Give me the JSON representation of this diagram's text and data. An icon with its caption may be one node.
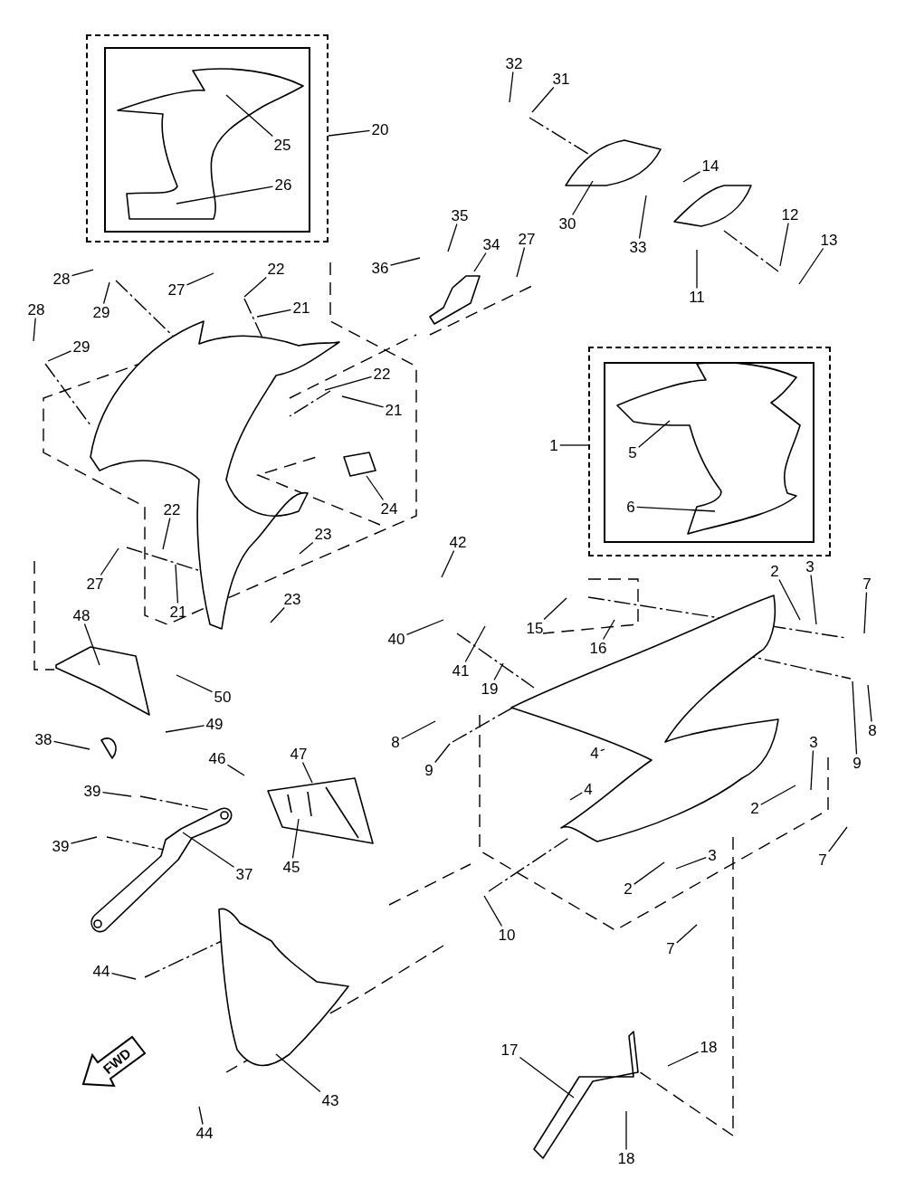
{
  "diagram": {
    "nodes": [
      {
        "text": [],
        "shape": "box"
      },
      {
        "text": [],
        "shape": "box",
        "in": 0
      },
      {
        "text": [
          "25"
        ],
        "in": 1
      },
      {
        "text": [
          "26"
        ],
        "in": 1
      },
      {
        "text": [
          "20"
        ]
      },
      {
        "text": [
          "32"
        ]
      },
      {
        "text": [
          "31"
        ]
      },
      {
        "text": [
          "30"
        ]
      },
      {
        "text": [
          "33"
        ]
      },
      {
        "text": [
          "14"
        ]
      },
      {
        "text": [
          "12"
        ]
      },
      {
        "text": [
          "13"
        ]
      },
      {
        "text": [
          "11"
        ]
      },
      {
        "text": [
          "35"
        ]
      },
      {
        "text": [
          "34"
        ]
      },
      {
        "text": [
          "36"
        ]
      },
      {
        "text": [
          "27"
        ]
      },
      {
        "text": [
          "28"
        ]
      },
      {
        "text": [
          "29"
        ]
      },
      {
        "text": [
          "27"
        ]
      },
      {
        "text": [
          "22"
        ]
      },
      {
        "text": [
          "21"
        ]
      },
      {
        "text": [
          "28"
        ]
      },
      {
        "text": [
          "29"
        ]
      },
      {
        "text": [],
        "shape": "box"
      },
      {
        "text": [],
        "shape": "box",
        "in": 24
      },
      {
        "text": [
          "5"
        ],
        "in": 25
      },
      {
        "text": [
          "6"
        ],
        "in": 25
      },
      {
        "text": [
          "1"
        ]
      },
      {
        "text": [
          "22"
        ]
      },
      {
        "text": [
          "21"
        ]
      },
      {
        "text": [
          "24"
        ]
      },
      {
        "text": [
          "22"
        ]
      },
      {
        "text": [
          "23"
        ]
      },
      {
        "text": [
          "42"
        ]
      },
      {
        "text": [
          "27"
        ]
      },
      {
        "text": [
          "2"
        ]
      },
      {
        "text": [
          "3"
        ]
      },
      {
        "text": [
          "7"
        ]
      },
      {
        "text": [
          "21"
        ]
      },
      {
        "text": [
          "23"
        ]
      },
      {
        "text": [
          "48"
        ]
      },
      {
        "text": [
          "15"
        ]
      },
      {
        "text": [
          "40"
        ]
      },
      {
        "text": [
          "16"
        ]
      },
      {
        "text": [
          "41"
        ]
      },
      {
        "text": [
          "19"
        ]
      },
      {
        "text": [
          "50"
        ]
      },
      {
        "text": [
          "49"
        ]
      },
      {
        "text": [
          "8"
        ]
      },
      {
        "text": [
          "38"
        ]
      },
      {
        "text": [
          "8"
        ]
      },
      {
        "text": [
          "4"
        ]
      },
      {
        "text": [
          "3"
        ]
      },
      {
        "text": [
          "47"
        ]
      },
      {
        "text": [
          "46"
        ]
      },
      {
        "text": [
          "9"
        ]
      },
      {
        "text": [
          "9"
        ]
      },
      {
        "text": [
          "4"
        ]
      },
      {
        "text": [
          "39"
        ]
      },
      {
        "text": [
          "2"
        ]
      },
      {
        "text": [
          "39"
        ]
      },
      {
        "text": [
          "3"
        ]
      },
      {
        "text": [
          "7"
        ]
      },
      {
        "text": [
          "45"
        ]
      },
      {
        "text": [
          "37"
        ]
      },
      {
        "text": [
          "2"
        ]
      },
      {
        "text": [
          "10"
        ]
      },
      {
        "text": [
          "7"
        ]
      },
      {
        "text": [
          "44"
        ]
      },
      {
        "text": [
          "17"
        ]
      },
      {
        "text": [
          "18"
        ]
      },
      {
        "text": [
          "43"
        ]
      },
      {
        "text": [
          "44"
        ]
      },
      {
        "text": [
          "18"
        ]
      }
    ],
    "edges": [
      {
        "from": 2,
        "to": null,
        "arrow": "none"
      },
      {
        "from": 3,
        "to": null,
        "arrow": "none"
      },
      {
        "from": 4,
        "to": 0,
        "arrow": "none"
      },
      {
        "from": 5,
        "to": null,
        "arrow": "none"
      },
      {
        "from": 6,
        "to": null,
        "arrow": "none"
      },
      {
        "from": 7,
        "to": null,
        "arrow": "none"
      },
      {
        "from": 8,
        "to": null,
        "arrow": "none"
      },
      {
        "from": 9,
        "to": null,
        "arrow": "none"
      },
      {
        "from": 10,
        "to": null,
        "arrow": "none"
      },
      {
        "from": 11,
        "to": null,
        "arrow": "none"
      },
      {
        "from": 12,
        "to": null,
        "arrow": "none"
      },
      {
        "from": 13,
        "to": null,
        "arrow": "none"
      },
      {
        "from": 14,
        "to": null,
        "arrow": "none"
      },
      {
        "from": 15,
        "to": null,
        "arrow": "none"
      },
      {
        "from": 16,
        "to": null,
        "arrow": "none"
      },
      {
        "from": 17,
        "to": null,
        "arrow": "none"
      },
      {
        "from": 18,
        "to": null,
        "arrow": "none"
      },
      {
        "from": 19,
        "to": null,
        "arrow": "none"
      },
      {
        "from": 20,
        "to": null,
        "arrow": "none"
      },
      {
        "from": 21,
        "to": null,
        "arrow": "none"
      },
      {
        "from": 22,
        "to": null,
        "arrow": "none"
      },
      {
        "from": 23,
        "to": null,
        "arrow": "none"
      },
      {
        "from": 26,
        "to": null,
        "arrow": "none"
      },
      {
        "from": 27,
        "to": null,
        "arrow": "none"
      },
      {
        "from": 28,
        "to": 24,
        "arrow": "none"
      },
      {
        "from": 29,
        "to": null,
        "arrow": "none"
      },
      {
        "from": 30,
        "to": null,
        "arrow": "none"
      },
      {
        "from": 31,
        "to": null,
        "arrow": "none"
      },
      {
        "from": 32,
        "to": null,
        "arrow": "none"
      },
      {
        "from": 33,
        "to": null,
        "arrow": "none"
      },
      {
        "from": 34,
        "to": null,
        "arrow": "none"
      },
      {
        "from": 35,
        "to": null,
        "arrow": "none"
      },
      {
        "from": 36,
        "to": null,
        "arrow": "none"
      },
      {
        "from": 37,
        "to": null,
        "arrow": "none"
      },
      {
        "from": 38,
        "to": null,
        "arrow": "none"
      },
      {
        "from": 39,
        "to": null,
        "arrow": "none"
      },
      {
        "from": 40,
        "to": null,
        "arrow": "none"
      },
      {
        "from": 41,
        "to": null,
        "arrow": "none"
      },
      {
        "from": 42,
        "to": null,
        "arrow": "none"
      },
      {
        "from": 43,
        "to": null,
        "arrow": "none"
      },
      {
        "from": 44,
        "to": null,
        "arrow": "none"
      },
      {
        "from": 45,
        "to": null,
        "arrow": "none"
      },
      {
        "from": 46,
        "to": null,
        "arrow": "none"
      },
      {
        "from": 47,
        "to": null,
        "arrow": "none"
      },
      {
        "from": 48,
        "to": null,
        "arrow": "none"
      },
      {
        "from": 49,
        "to": null,
        "arrow": "none"
      },
      {
        "from": 50,
        "to": null,
        "arrow": "none"
      },
      {
        "from": 51,
        "to": null,
        "arrow": "none"
      },
      {
        "from": 52,
        "to": null,
        "arrow": "none"
      },
      {
        "from": 53,
        "to": null,
        "arrow": "none"
      },
      {
        "from": 54,
        "to": null,
        "arrow": "none"
      },
      {
        "from": 55,
        "to": null,
        "arrow": "none"
      },
      {
        "from": 56,
        "to": null,
        "arrow": "none"
      },
      {
        "from": 57,
        "to": null,
        "arrow": "none"
      },
      {
        "from": 58,
        "to": null,
        "arrow": "none"
      },
      {
        "from": 59,
        "to": null,
        "arrow": "none"
      },
      {
        "from": 60,
        "to": null,
        "arrow": "none"
      },
      {
        "from": 61,
        "to": null,
        "arrow": "none"
      },
      {
        "from": 62,
        "to": null,
        "arrow": "none"
      },
      {
        "from": 63,
        "to": null,
        "arrow": "none"
      },
      {
        "from": 64,
        "to": null,
        "arrow": "none"
      },
      {
        "from": 65,
        "to": null,
        "arrow": "none"
      },
      {
        "from": 66,
        "to": null,
        "arrow": "none"
      },
      {
        "from": 67,
        "to": null,
        "arrow": "none"
      },
      {
        "from": 68,
        "to": null,
        "arrow": "none"
      },
      {
        "from": 69,
        "to": null,
        "arrow": "none"
      },
      {
        "from": 70,
        "to": null,
        "arrow": "none"
      },
      {
        "from": 71,
        "to": null,
        "arrow": "none"
      },
      {
        "from": 72,
        "to": null,
        "arrow": "none"
      },
      {
        "from": 73,
        "to": null,
        "arrow": "none"
      },
      {
        "from": 74,
        "to": null,
        "arrow": "none"
      }
    ],
    "labels": [
      "FWD"
    ]
  }
}
